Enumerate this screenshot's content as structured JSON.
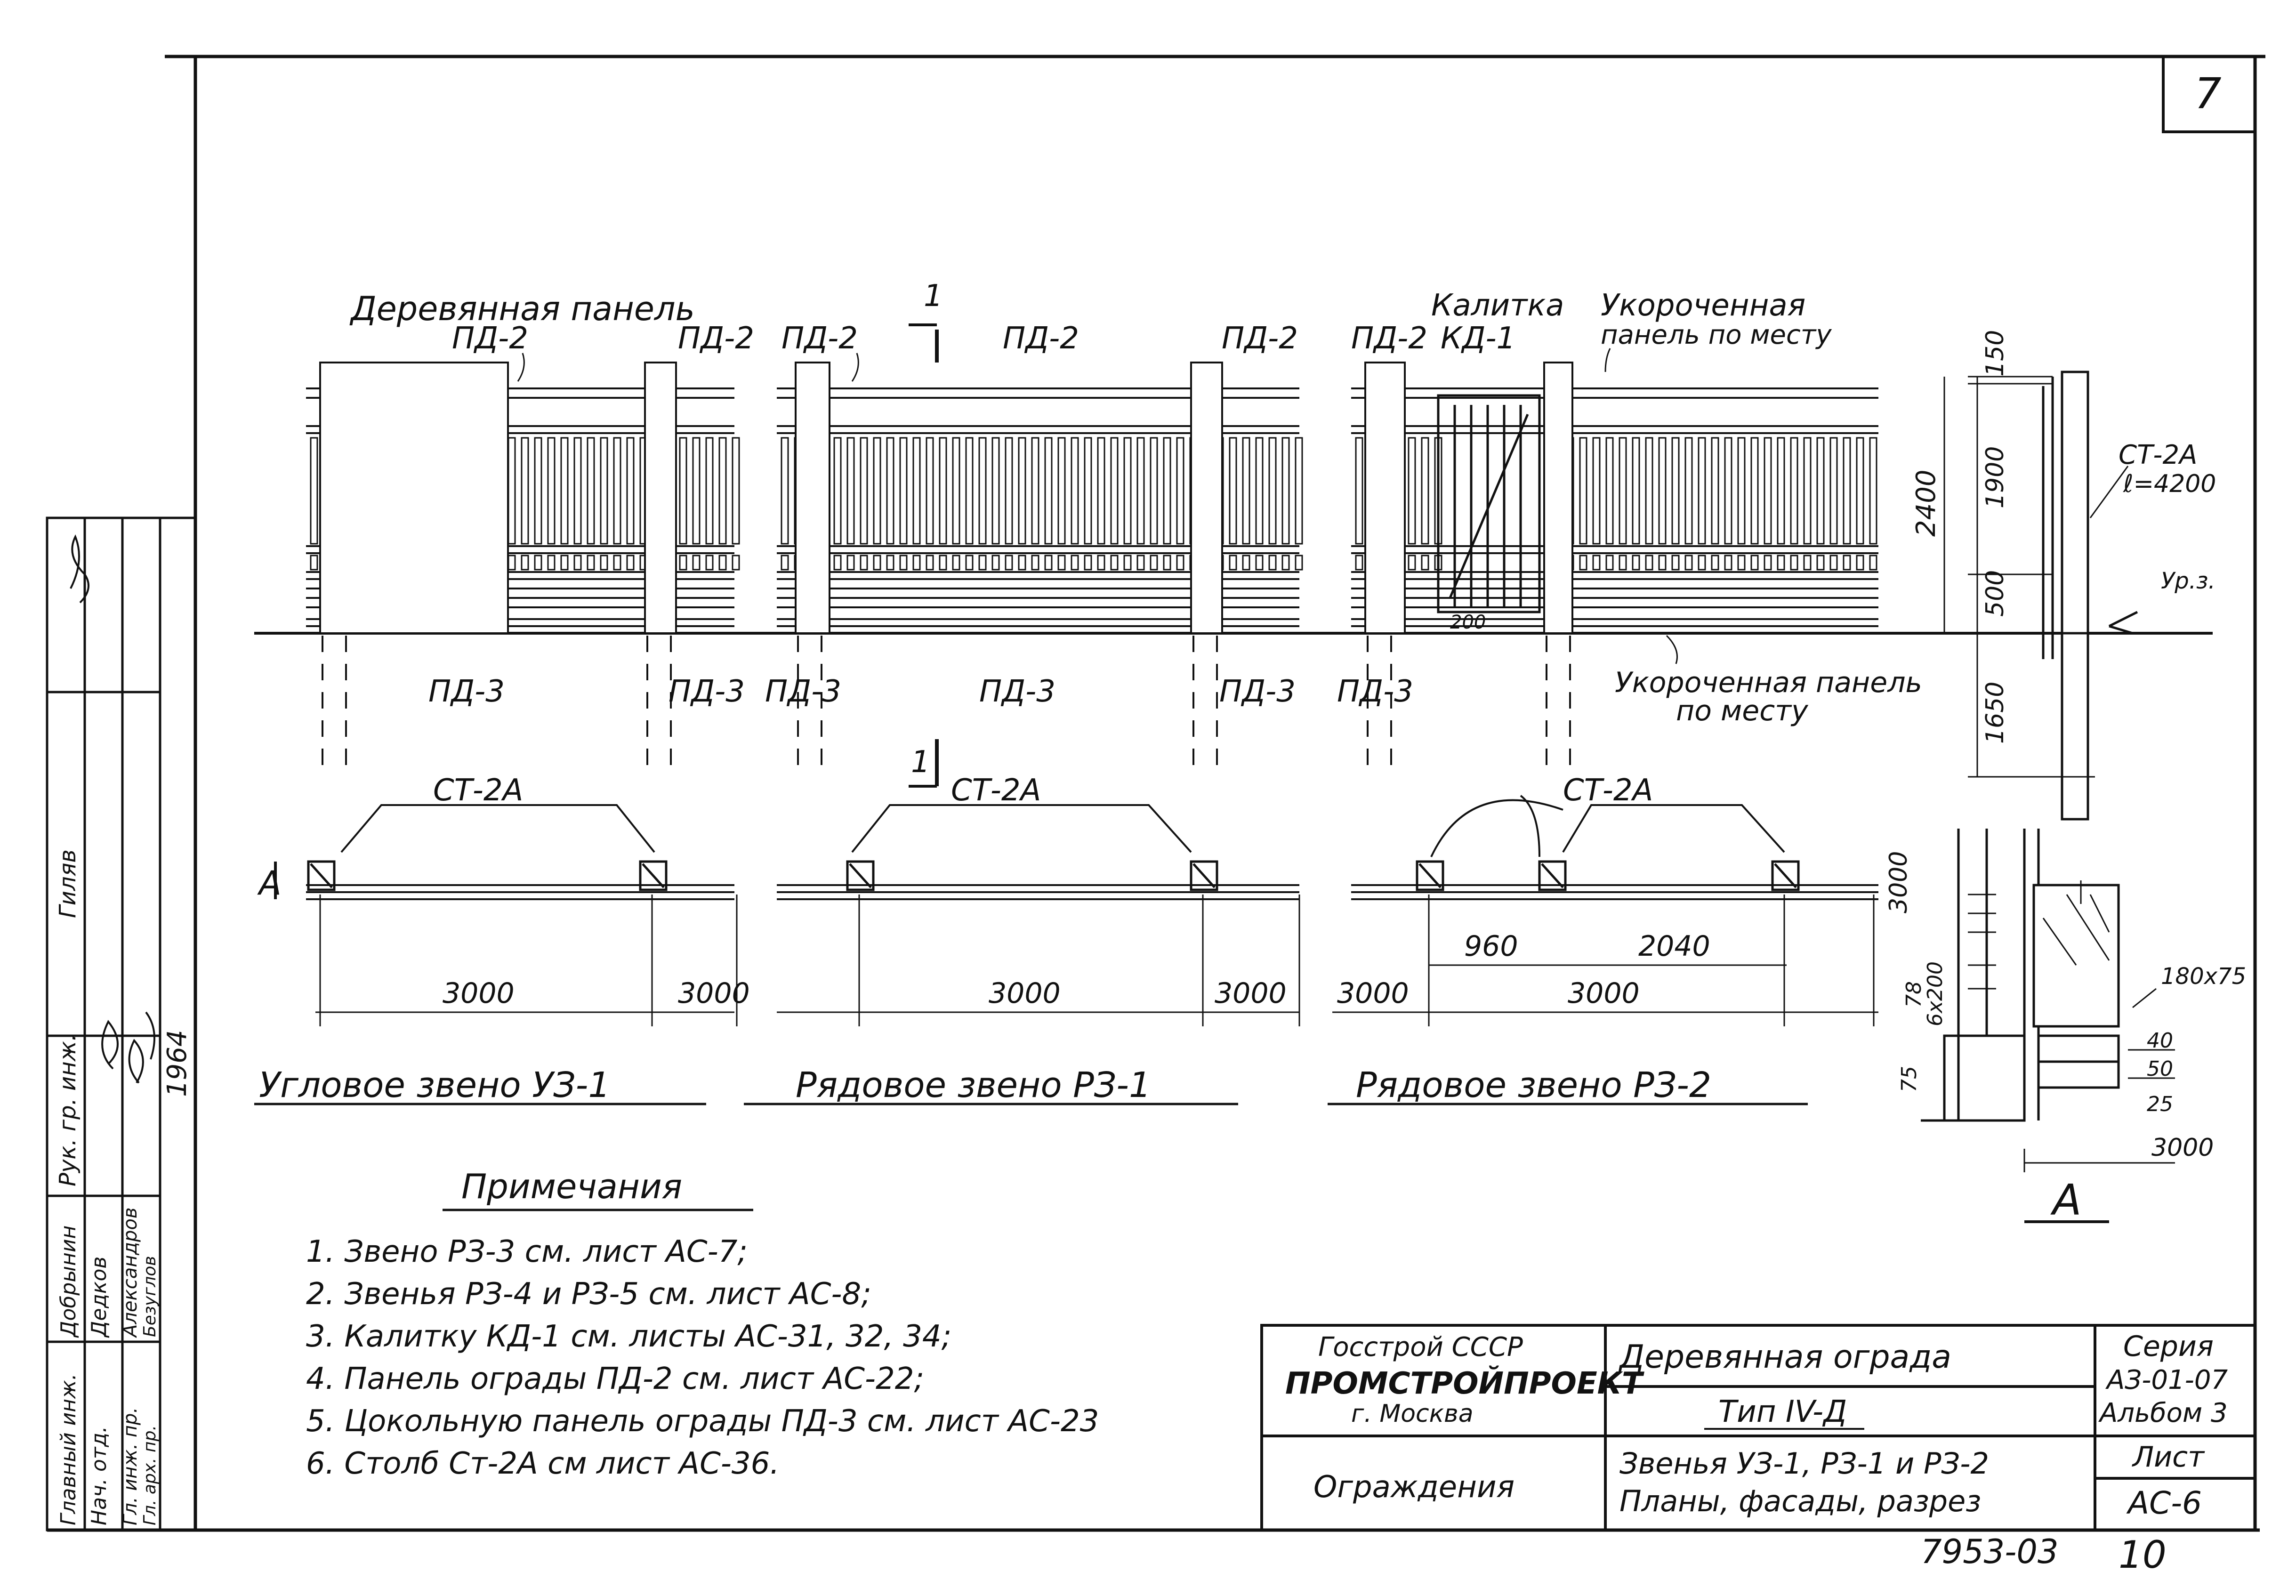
{
  "sheet": {
    "number": "7",
    "bottom_code": "7953-03",
    "bottom_page": "10"
  },
  "fence_labels": {
    "wood_panel": "Деревянная панель",
    "gate": "Калитка",
    "shortened": "Укороченная",
    "panel_in_place": "панель по месту",
    "shortened_panel": "Укороченная панель",
    "in_place": "по месту",
    "pd2": "ПД-2",
    "pd3": "ПД-3",
    "kd1": "КД-1"
  },
  "section": {
    "mark_1": "1",
    "mark_a": "А",
    "st2a": "СТ-2А"
  },
  "plan_dims": {
    "d3000": "3000",
    "d960": "960",
    "d2040": "2040",
    "d200": "200"
  },
  "section_dims": {
    "h150": "150",
    "h1900": "1900",
    "h2400": "2400",
    "h500": "500",
    "h1650": "1650",
    "post": "СТ-2А",
    "post_len": "ℓ=4200",
    "ground": "Ур.з.",
    "v3000": "3000",
    "v78": "78",
    "v6x200": "6х200",
    "v75": "75",
    "beam": "180х75",
    "d40": "40",
    "d50": "50",
    "d25": "25",
    "d3000": "3000"
  },
  "captions": {
    "u3_1": "Угловое звено УЗ-1",
    "r3_1": "Рядовое звено РЗ-1",
    "r3_2": "Рядовое звено РЗ-2"
  },
  "notes": {
    "title": "Примечания",
    "items": [
      "1.  Звено РЗ-3  см. лист  АС-7;",
      "2.  Звенья РЗ-4  и  РЗ-5 см. лист  АС-8;",
      "3.  Калитку КД-1 см. листы АС-31, 32, 34;",
      "4.  Панель ограды ПД-2 см. лист АС-22;",
      "5.  Цокольную панель ограды ПД-3 см. лист АС-23",
      "6.  Столб Ст-2А      см лист     АС-36."
    ]
  },
  "title_block": {
    "org1": "Госстрой СССР",
    "org2": "ПРОМСТРОЙПРОЕКТ",
    "org3": "г. Москва",
    "subject": "Ограждения",
    "title1": "Деревянная ограда",
    "type": "Тип IV-Д",
    "title2": "Звенья УЗ-1, РЗ-1 и РЗ-2",
    "title3": "Планы, фасады, разрез",
    "series_label": "Серия",
    "series": "АЗ-01-07",
    "album": "Альбом 3",
    "sheet_label": "Лист",
    "sheet": "АС-6"
  },
  "stamp": {
    "roles": [
      "Главный инж.",
      "Нач. отд.",
      "Гл. инж. пр.",
      "Гл. арх. пр."
    ],
    "names": [
      "Добрынин",
      "Дедков",
      "Александров",
      "Безуглов"
    ],
    "top_label": "Рук. гр. инж.",
    "top_name": "Гиляв",
    "year": "1964"
  }
}
